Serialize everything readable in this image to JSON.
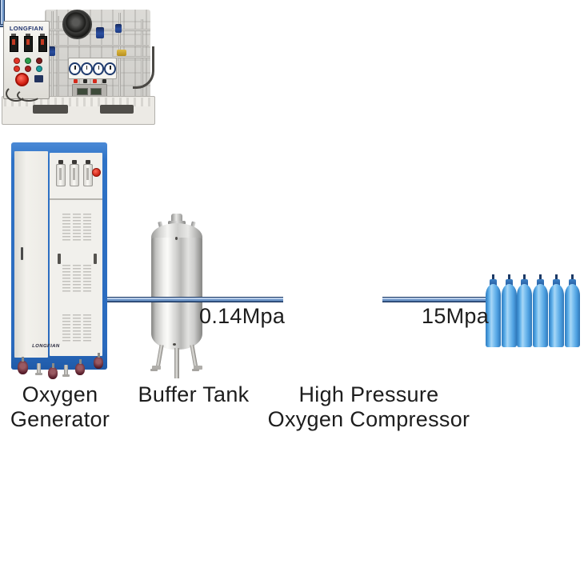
{
  "labels": {
    "oxygen_generator": [
      "Oxygen",
      "Generator"
    ],
    "buffer_tank": "Buffer Tank",
    "compressor": [
      "High Pressure",
      "Oxygen Compressor"
    ],
    "pressure_after_buffer_tank": "0.14Mpa",
    "pressure_to_cylinders": "15Mpa"
  },
  "equipment": {
    "generator": {
      "brand": "LONGFIAN",
      "flow_meter_count": 3
    },
    "compressor": {
      "brand": "LONGFIAN",
      "gauge_count": 4,
      "panel_meter_count": 3
    },
    "cylinder_bank": {
      "count": 6
    }
  },
  "colors": {
    "background": "#ffffff",
    "pipe_blue_edge": "#1d3a66",
    "pipe_blue_fill": "#6e96c8",
    "cylinder_blue": "#55a7e6",
    "generator_frame_blue": "#2e72c6",
    "alarm_red": "#e53222",
    "brand_navy": "#1b2f6b",
    "label_text": "#1d1d1d"
  }
}
